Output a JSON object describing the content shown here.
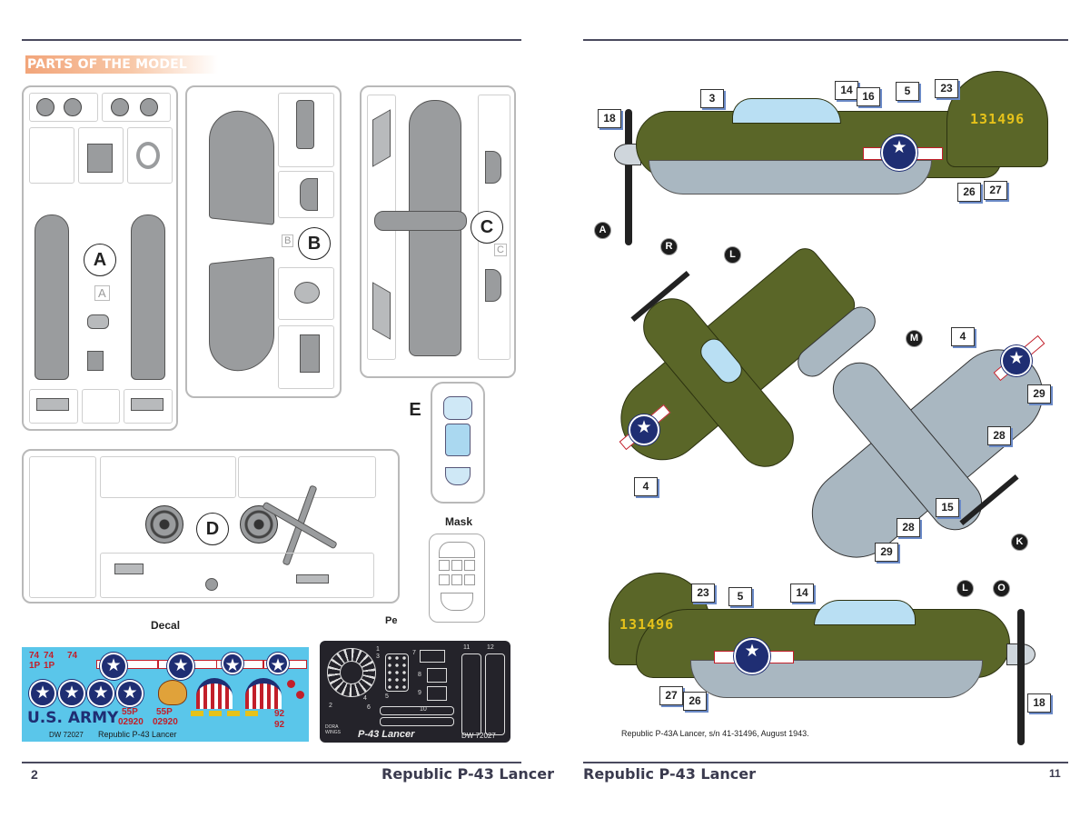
{
  "left_page": {
    "section_title": "PARTS OF THE MODEL",
    "sprue_letters": [
      "A",
      "B",
      "C",
      "D",
      "E"
    ],
    "sprue_a_tag": "A",
    "sprue_b_tag": "B",
    "sprue_c_tag": "C",
    "decal_caption": "Decal",
    "mask_caption": "Mask",
    "pe_caption": "Pe",
    "page_number": "2",
    "footer_title": "Republic P-43 Lancer"
  },
  "decal_sheet": {
    "army_text": "U.S. ARMY",
    "code_55p": "55P",
    "serial_02920": "02920",
    "codes_74": [
      "74",
      "74",
      "74"
    ],
    "codes_1p": [
      "1P",
      "1P"
    ],
    "nums_92": [
      "92",
      "92"
    ],
    "catalog": "DW 72027",
    "title": "Republic P-43 Lancer"
  },
  "pe_sheet": {
    "title": "P-43 Lancer",
    "catalog": "DW 72027",
    "brand": "DORA WINGS",
    "numbers": [
      "1",
      "2",
      "3",
      "4",
      "5",
      "6",
      "7",
      "8",
      "9",
      "10",
      "11",
      "12"
    ]
  },
  "right_page": {
    "tail_serial": "131496",
    "caption": "Republic P-43A Lancer, s/n 41-31496, August 1943.",
    "page_number": "11",
    "footer_title": "Republic P-43 Lancer",
    "callouts_top": [
      "3",
      "14",
      "16",
      "5",
      "23",
      "18",
      "26",
      "27"
    ],
    "balls_top": [
      "A",
      "R"
    ],
    "callouts_middle": [
      "4",
      "4",
      "29",
      "28",
      "15",
      "28",
      "29"
    ],
    "balls_middle": [
      "L",
      "M",
      "K"
    ],
    "callouts_bottom": [
      "23",
      "5",
      "14",
      "27",
      "26",
      "18"
    ],
    "balls_bottom": [
      "L",
      "O"
    ]
  },
  "colors": {
    "olive_drab": "#5a6628",
    "neutral_gray": "#a9b7c1",
    "insignia_blue": "#1f2e73",
    "insignia_red": "#c21f2a",
    "serial_yellow": "#e6c21a",
    "decal_background": "#5ac6ea",
    "rule_color": "#4a4a5e"
  }
}
